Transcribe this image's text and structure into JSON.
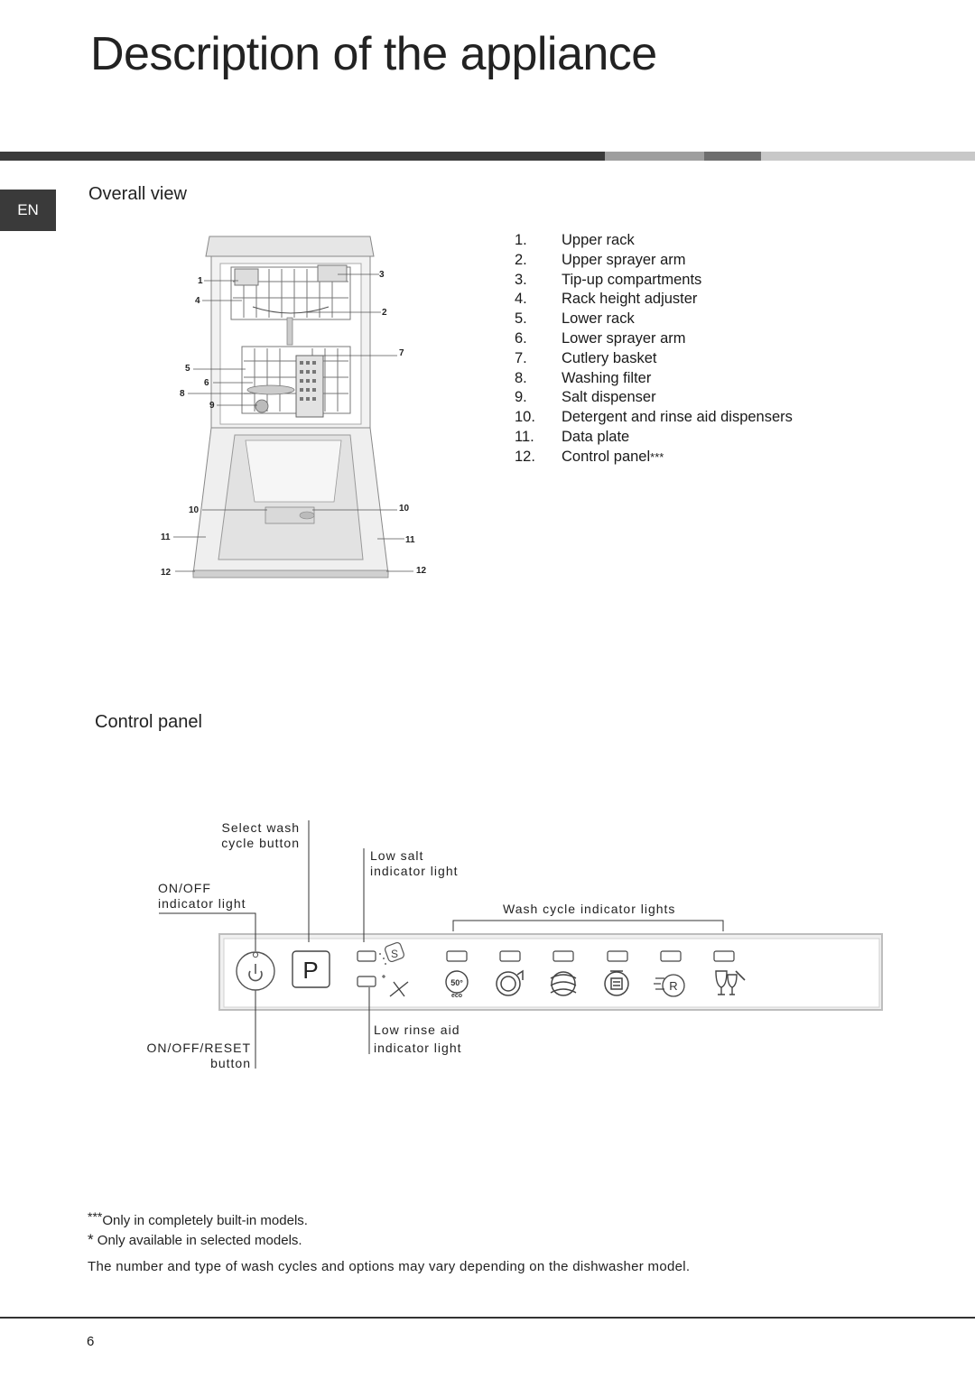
{
  "page": {
    "title": "Description of the appliance",
    "lang_tab": "EN",
    "page_number": "6"
  },
  "overall_view": {
    "heading": "Overall view",
    "callouts": [
      "1",
      "2",
      "3",
      "4",
      "5",
      "6",
      "7",
      "8",
      "9",
      "10",
      "11",
      "12"
    ],
    "parts": [
      {
        "num": "1.",
        "label": "Upper rack"
      },
      {
        "num": "2.",
        "label": "Upper sprayer arm"
      },
      {
        "num": "3.",
        "label": "Tip-up compartments"
      },
      {
        "num": "4.",
        "label": "Rack height adjuster"
      },
      {
        "num": "5.",
        "label": "Lower rack"
      },
      {
        "num": "6.",
        "label": "Lower sprayer arm"
      },
      {
        "num": "7.",
        "label": "Cutlery basket"
      },
      {
        "num": "8.",
        "label": "Washing filter"
      },
      {
        "num": "9.",
        "label": "Salt dispenser"
      },
      {
        "num": "10.",
        "label": "Detergent and rinse aid dispensers"
      },
      {
        "num": "11.",
        "label": "Data plate"
      },
      {
        "num": "12.",
        "label": "Control panel"
      }
    ],
    "control_panel_mark": "***"
  },
  "control_panel": {
    "heading": "Control panel",
    "labels": {
      "select_wash_1": "Select wash",
      "select_wash_2": "cycle button",
      "onoff_light_1": "ON/OFF",
      "onoff_light_2": "indicator light",
      "low_salt_1": "Low salt",
      "low_salt_2": "indicator light",
      "wash_cycle_lights": "Wash cycle indicator lights",
      "low_rinse_1": "Low rinse aid",
      "low_rinse_2": "indicator light",
      "onoff_reset_1": "ON/OFF/RESET",
      "onoff_reset_2": "button"
    },
    "p_button": "P",
    "salt_symbol": "S",
    "eco_temp": "50°",
    "eco_text": "eco",
    "r_symbol": "R",
    "icons": [
      "power-icon",
      "salt-icon",
      "rinse-aid-icon",
      "eco-cycle-icon",
      "intensive-pot-icon",
      "normal-cycle-icon",
      "fast-cycle-icon",
      "rapid-r-icon",
      "glass-icon"
    ]
  },
  "footnotes": {
    "note1_mark": "***",
    "note1": "Only in completely built-in models.",
    "note2_mark": "*",
    "note2": " Only available in selected models.",
    "note3": "The number and type of wash cycles and options may vary depending on the dishwasher model."
  },
  "colors": {
    "bar_dark": "#3a3a3a",
    "bar_mid": "#9e9e9e",
    "bar_dark2": "#6e6e6e",
    "bar_light": "#c8c8c8",
    "panel_border": "#bdbdbd"
  }
}
